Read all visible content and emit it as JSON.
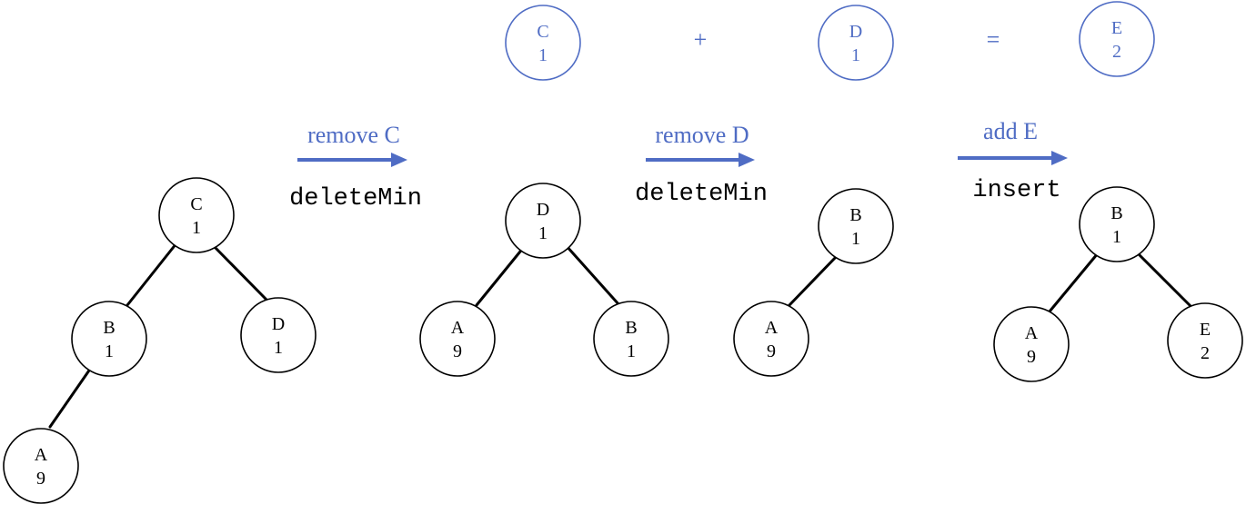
{
  "merge_row": {
    "left": {
      "name": "C",
      "value": "1"
    },
    "plus": "+",
    "right": {
      "name": "D",
      "value": "1"
    },
    "equals": "=",
    "result": {
      "name": "E",
      "value": "2"
    }
  },
  "steps": [
    {
      "label": "remove C",
      "operation": "deleteMin"
    },
    {
      "label": "remove D",
      "operation": "deleteMin"
    },
    {
      "label": "add E",
      "operation": "insert"
    }
  ],
  "trees": [
    {
      "nodes": [
        {
          "id": "C",
          "name": "C",
          "value": "1"
        },
        {
          "id": "B",
          "name": "B",
          "value": "1"
        },
        {
          "id": "D",
          "name": "D",
          "value": "1"
        },
        {
          "id": "A",
          "name": "A",
          "value": "9"
        }
      ],
      "edges": [
        [
          "C",
          "B"
        ],
        [
          "C",
          "D"
        ],
        [
          "B",
          "A"
        ]
      ]
    },
    {
      "nodes": [
        {
          "id": "D",
          "name": "D",
          "value": "1"
        },
        {
          "id": "A",
          "name": "A",
          "value": "9"
        },
        {
          "id": "B",
          "name": "B",
          "value": "1"
        }
      ],
      "edges": [
        [
          "D",
          "A"
        ],
        [
          "D",
          "B"
        ]
      ]
    },
    {
      "nodes": [
        {
          "id": "B",
          "name": "B",
          "value": "1"
        },
        {
          "id": "A",
          "name": "A",
          "value": "9"
        }
      ],
      "edges": [
        [
          "B",
          "A"
        ]
      ]
    },
    {
      "nodes": [
        {
          "id": "B",
          "name": "B",
          "value": "1"
        },
        {
          "id": "A",
          "name": "A",
          "value": "9"
        },
        {
          "id": "E",
          "name": "E",
          "value": "2"
        }
      ],
      "edges": [
        [
          "B",
          "A"
        ],
        [
          "B",
          "E"
        ]
      ]
    }
  ]
}
